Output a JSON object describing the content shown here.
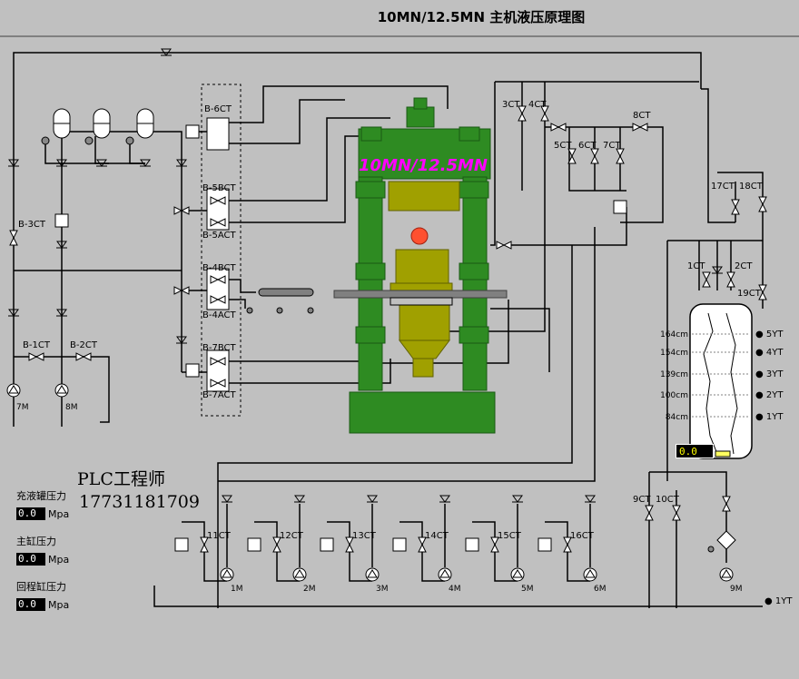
{
  "title": "10MN/12.5MN 主机液压原理图",
  "press": {
    "label": "10MN/12.5MN",
    "frame_color": "#2e8b22",
    "cylinder_color": "#a0a000",
    "label_color": "#ff00ff"
  },
  "valves_left": [
    "B-6CT",
    "B-5BCT",
    "B-5ACT",
    "B-4BCT",
    "B-4ACT",
    "B-7BCT",
    "B-7ACT",
    "B-3CT",
    "B-1CT",
    "B-2CT"
  ],
  "valves_right": [
    "3CT",
    "4CT",
    "5CT",
    "6CT",
    "7CT",
    "8CT",
    "17CT",
    "18CT",
    "1CT",
    "2CT",
    "19CT",
    "9CT",
    "10CT"
  ],
  "pumps_left": [
    "7M",
    "8M"
  ],
  "pump_units": [
    {
      "valve": "11CT",
      "motor": "1M"
    },
    {
      "valve": "12CT",
      "motor": "2M"
    },
    {
      "valve": "13CT",
      "motor": "3M"
    },
    {
      "valve": "14CT",
      "motor": "4M"
    },
    {
      "valve": "15CT",
      "motor": "5M"
    },
    {
      "valve": "16CT",
      "motor": "6M"
    }
  ],
  "pump_9": "9M",
  "tank": {
    "levels": [
      "164cm",
      "154cm",
      "139cm",
      "100cm",
      "84cm"
    ],
    "switches": [
      "5YT",
      "4YT",
      "3YT",
      "2YT",
      "1YT"
    ],
    "value": "0.0",
    "bottom_switch": "1YT"
  },
  "gauges": [
    {
      "label": "充液罐压力",
      "value": "0.0",
      "unit": "Mpa"
    },
    {
      "label": "主缸压力",
      "value": "0.0",
      "unit": "Mpa"
    },
    {
      "label": "回程缸压力",
      "value": "0.0",
      "unit": "Mpa"
    }
  ],
  "watermark": {
    "line1": "PLC工程师",
    "line2": "17731181709"
  }
}
